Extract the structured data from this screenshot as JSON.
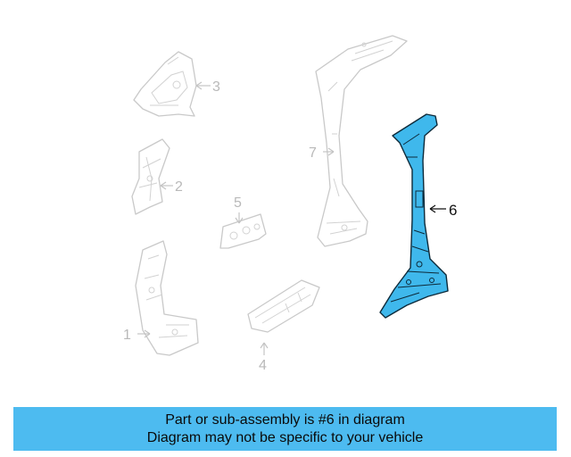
{
  "callouts": {
    "part1": "1",
    "part2": "2",
    "part3": "3",
    "part4": "4",
    "part5": "5",
    "part6": "6",
    "part7": "7"
  },
  "highlight_color": "#3fb8ec",
  "banner": {
    "line1": "Part or sub-assembly is #6 in diagram",
    "line2": "Diagram may not be specific to your vehicle",
    "background": "#4dbbf0"
  }
}
